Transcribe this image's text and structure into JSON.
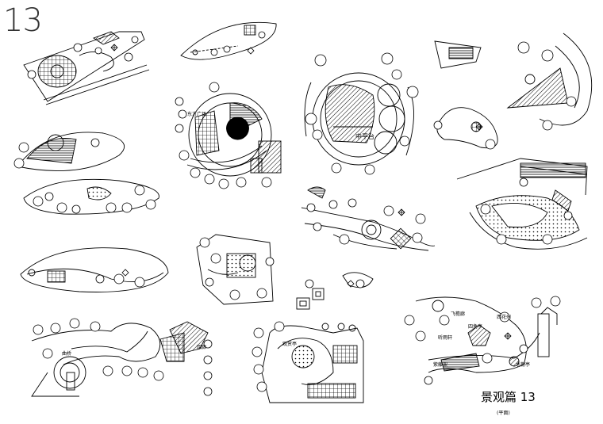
{
  "sheet": {
    "number": "13",
    "title": "景观篇 13",
    "subtitle": "(平面)"
  },
  "labels": {
    "center_square": "中平台",
    "pavilion_a": "观赏亭",
    "pavilion_b": "四角亭",
    "flyover": "飞檐廊",
    "west_flower": "西花州",
    "listen_rain": "听雨轩",
    "wisteria": "紫藤架",
    "east_square": "东方广场",
    "bridge": "曲桥",
    "corridor": "回廊",
    "water_pav": "水榭亭"
  }
}
